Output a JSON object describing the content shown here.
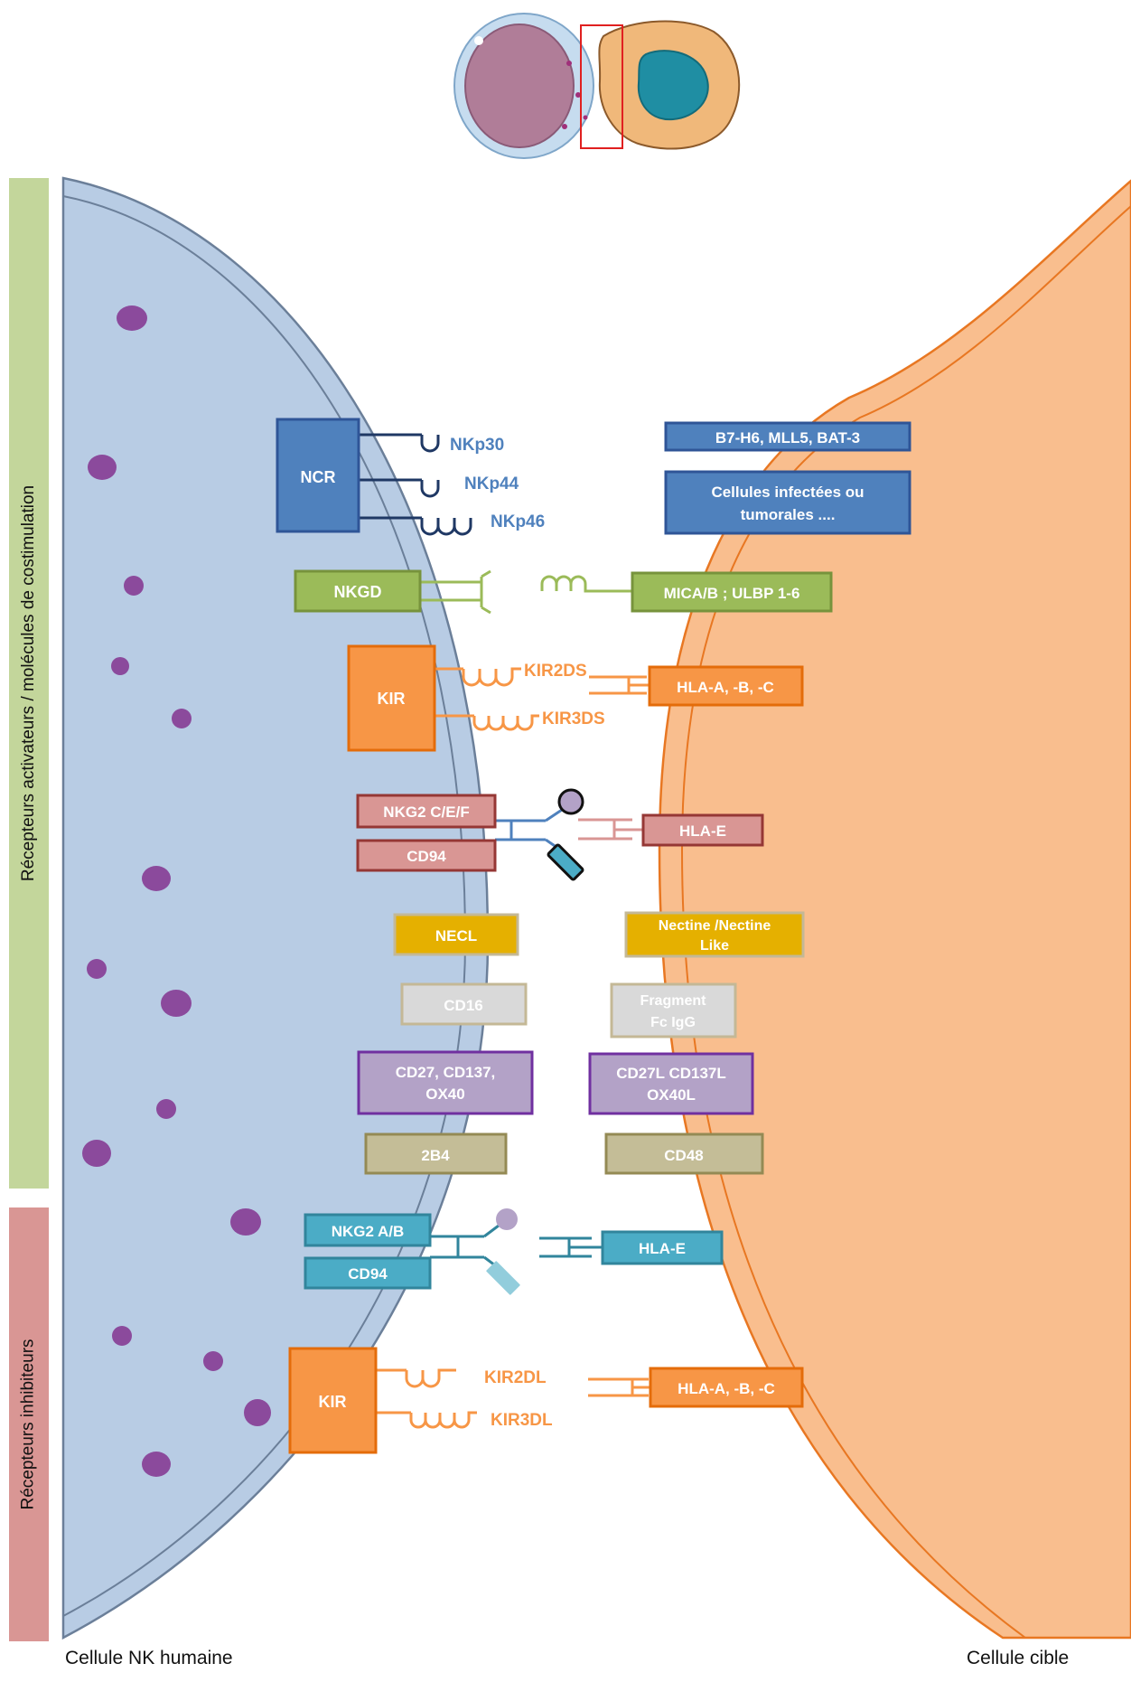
{
  "side_labels": {
    "activating": "Récepteurs activateurs / molécules de costimulation",
    "inhibitory": "Récepteurs inhibiteurs"
  },
  "cell_labels": {
    "nk_cell": "Cellule NK humaine",
    "target_cell": "Cellule cible"
  },
  "nk_receptors": {
    "ncr": "NCR",
    "nkp30": "NKp30",
    "nkp44": "NKp44",
    "nkp46": "NKp46",
    "nkgd": "NKGD",
    "kir_activating": "KIR",
    "kir2ds": "KIR2DS",
    "kir3ds": "KIR3DS",
    "nkg2cef": "NKG2 C/E/F",
    "cd94_activating": "CD94",
    "necl": "NECL",
    "cd16": "CD16",
    "cd27_line1": "CD27, CD137,",
    "cd27_line2": "OX40",
    "b4": "2B4",
    "nkg2ab": "NKG2 A/B",
    "cd94_inhibitory": "CD94",
    "kir_inhibitory": "KIR",
    "kir2dl": "KIR2DL",
    "kir3dl": "KIR3DL"
  },
  "ligands": {
    "b7h6": "B7-H6, MLL5, BAT-3",
    "infected_line1": "Cellules infectées ou",
    "infected_line2": "tumorales ....",
    "mica": "MICA/B ; ULBP 1-6",
    "hla_abc_activating": "HLA-A, -B, -C",
    "hla_e_activating": "HLA-E",
    "nectin_line1": "Nectine /Nectine",
    "nectin_line2": "Like",
    "fc_line1": "Fragment",
    "fc_line2": "Fc IgG",
    "cd27l_line1": "CD27L CD137L",
    "cd27l_line2": "OX40L",
    "cd48": "CD48",
    "hla_e_inhibitory": "HLA-E",
    "hla_abc_inhibitory": "HLA-A, -B, -C"
  },
  "colors": {
    "nk_cytoplasm": "#b8cce4",
    "nk_membrane": "#6b7f99",
    "granule": "#8b4a9c",
    "target_cytoplasm": "#f9be8e",
    "target_membrane": "#e87722",
    "ncr": "#4f81bd",
    "ncr_border": "#2f5597",
    "nkgd": "#9bbb59",
    "kir": "#f79646",
    "kir_border": "#e46c0a",
    "nkg2c": "#d99694",
    "nkg2c_border": "#953735",
    "necl": "#e5b000",
    "cd16": "#d9d9d9",
    "cd16_border": "#c4b896",
    "cd27": "#b3a2c7",
    "cd27_border": "#7030a0",
    "b4": "#c4bd97",
    "b4_border": "#948a54",
    "nkg2a": "#4bacc6",
    "nkg2a_border": "#31859c",
    "activating_bar": "#c3d69b",
    "inhibitory_bar": "#d99694"
  }
}
